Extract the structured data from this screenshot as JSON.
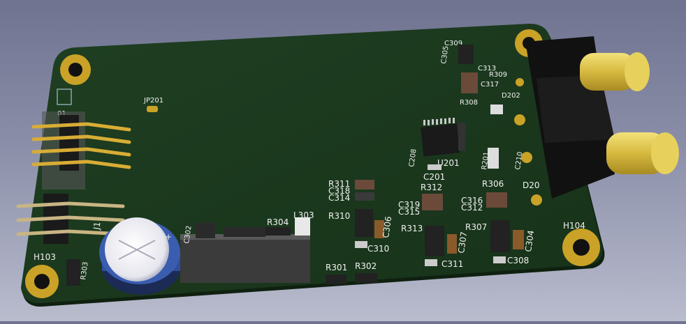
{
  "viewer": {
    "name": "3D PCB viewer"
  },
  "colors": {
    "background_top": "#6f7390",
    "background_bottom": "#b9bccd",
    "pcb": "#1d3a1f",
    "pcb_edge": "#0f1f10",
    "silkscreen": "#f2f2f2",
    "pad_gold": "#c9a227",
    "connector_body": "#1a1a1a",
    "rca_gold": "#d9c24a",
    "capacitor_blue": "#2f4f9a"
  },
  "labels": {
    "jp201": "JP201",
    "h103": "H103",
    "h104": "H104",
    "r303": "R303",
    "c302": "C302",
    "r304": "R304",
    "l303": "L303",
    "r301": "R301",
    "r302": "R302",
    "r310": "R310",
    "r311": "R311",
    "c318": "C318",
    "c314": "C314",
    "c306": "C306",
    "c310": "C310",
    "r312": "R312",
    "c319": "C319",
    "c315": "C315",
    "r313": "R313",
    "c307": "C307",
    "c311": "C311",
    "r306": "R306",
    "c316": "C316",
    "c312": "C312",
    "r307": "R307",
    "c304": "C304",
    "c308": "C308",
    "c208": "C208",
    "u201": "U201",
    "c201": "C201",
    "r201": "R201",
    "c210": "C210",
    "d20": "D20",
    "d202": "D202",
    "c305": "C305",
    "c309": "C309",
    "c313": "C313",
    "r309": "R309",
    "c317": "C317",
    "r308": "R308",
    "j301_partial": "J1",
    "u_partial": "01",
    "plus": "+"
  }
}
